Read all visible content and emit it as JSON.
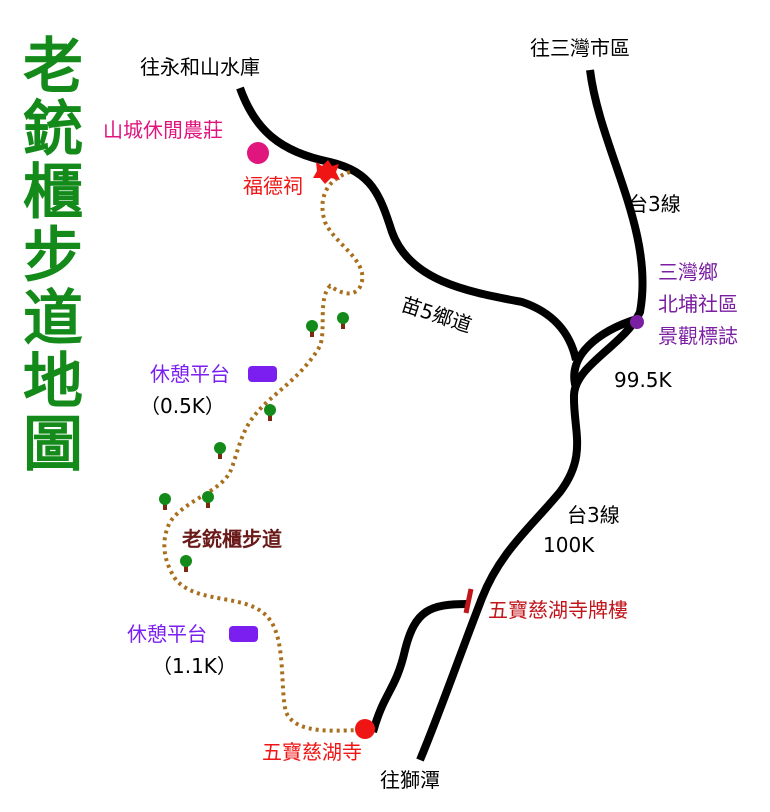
{
  "title": "老銃櫃步道地圖",
  "colors": {
    "title": "#138a1a",
    "road": "#000000",
    "trail": "#a8701e",
    "farm": "#e0157e",
    "temple": "#f01515",
    "platform": "#7a1ff0",
    "landmark": "#7b1fa2",
    "gate": "#c0151b",
    "trail_label": "#6b1a1a"
  },
  "labels": {
    "to_yonghe_reservoir": "往永和山水庫",
    "farm": "山城休閒農莊",
    "fude_shrine": "福德祠",
    "to_sanwan": "往三灣市區",
    "route3_north": "台3線",
    "landmark_line1": "三灣鄉",
    "landmark_line2": "北埔社區",
    "landmark_line3": "景觀標誌",
    "miao5": "苗5鄉道",
    "km_99_5": "99.5K",
    "route3_south": "台3線",
    "km_100": "100K",
    "gate": "五寶慈湖寺牌樓",
    "platform1": "休憩平台",
    "platform1_km": "（0.5K）",
    "trail_name": "老銃櫃步道",
    "platform2": "休憩平台",
    "platform2_km": "（1.1K）",
    "temple": "五寶慈湖寺",
    "to_shitan": "往獅潭"
  }
}
